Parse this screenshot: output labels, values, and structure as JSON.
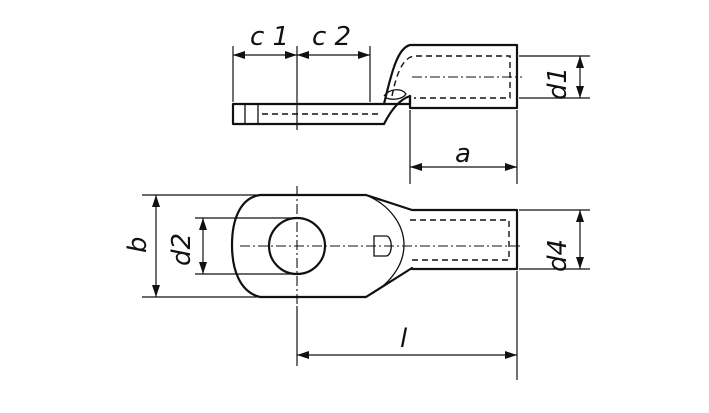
{
  "labels": {
    "c1": "c 1",
    "c2": "c 2",
    "d1": "d1",
    "a": "a",
    "b": "b",
    "d2": "d2",
    "d4": "d4",
    "l": "l"
  }
}
